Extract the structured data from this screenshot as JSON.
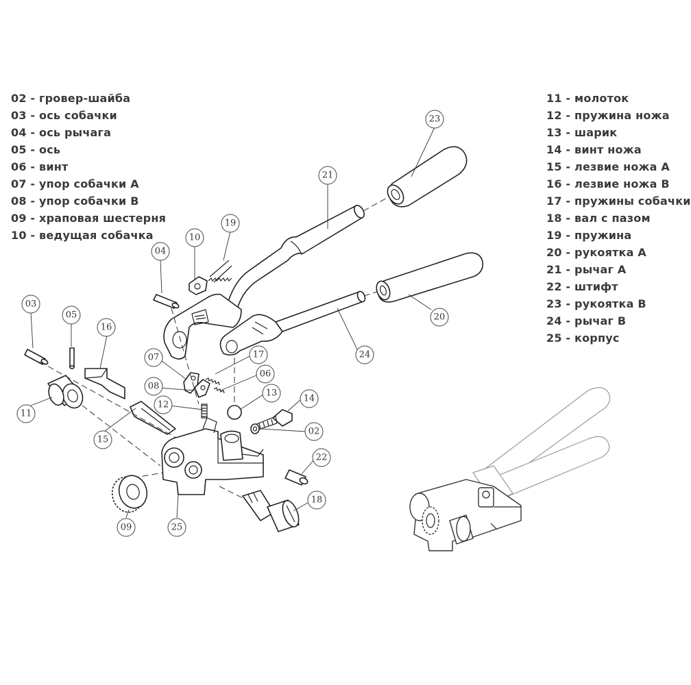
{
  "legend_left": [
    "02 - гровер-шайба",
    "03 - ось собачки",
    "04 - ось рычага",
    "05 - ось",
    "06 - винт",
    "07 - упор собачки А",
    "08 - упор собачки В",
    "09 - храповая шестерня",
    "10 - ведущая собачка"
  ],
  "legend_right": [
    "11 - молоток",
    "12 - пружина ножа",
    "13 - шарик",
    "14 - винт ножа",
    "15 - лезвие ножа А",
    "16 - лезвие ножа В",
    "17 - пружины собачки",
    "18 - вал с пазом",
    "19 - пружина",
    "20 - рукоятка А",
    "21 - рычаг А",
    "22 - штифт",
    "23 - рукоятка В",
    "24 - рычаг В",
    "25 - корпус"
  ],
  "callouts": [
    "02",
    "03",
    "04",
    "05",
    "06",
    "07",
    "08",
    "09",
    "10",
    "11",
    "12",
    "13",
    "14",
    "15",
    "16",
    "17",
    "18",
    "19",
    "20",
    "21",
    "22",
    "23",
    "24",
    "25"
  ]
}
